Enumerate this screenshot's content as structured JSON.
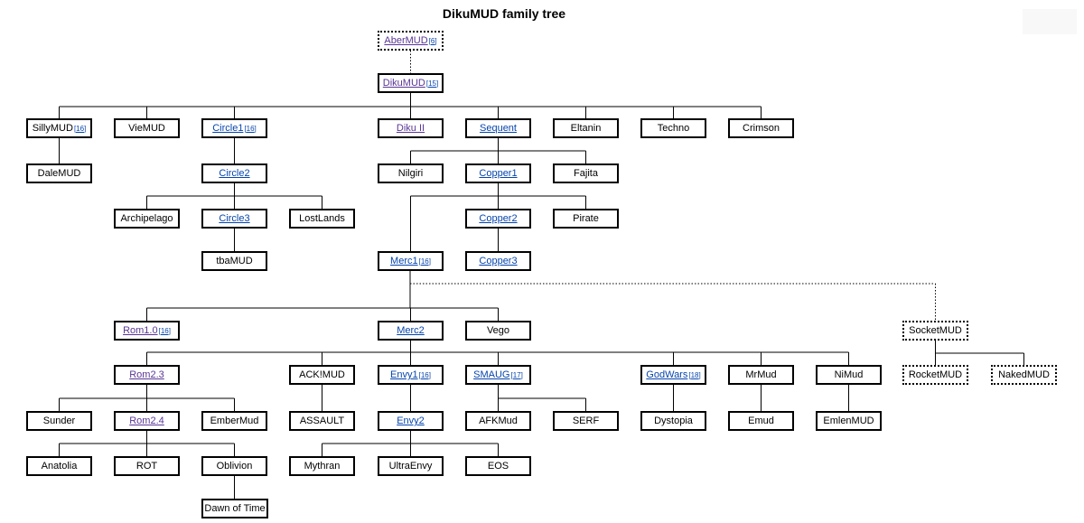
{
  "title": "DikuMUD family tree",
  "colors": {
    "link_blue": "#0645ad",
    "link_visited": "#5a3696",
    "line": "#000000"
  },
  "nodes": [
    {
      "id": "abermud",
      "label": "AberMUD",
      "ref": "[6]",
      "link": true,
      "color": "purple",
      "dotted": true
    },
    {
      "id": "dikumud",
      "label": "DikuMUD",
      "ref": "[15]",
      "link": true,
      "color": "purple"
    },
    {
      "id": "sillymud",
      "label": "SillyMUD",
      "ref": "[16]",
      "link": false
    },
    {
      "id": "viemud",
      "label": "VieMUD",
      "ref": "",
      "link": false
    },
    {
      "id": "circle1",
      "label": "Circle1",
      "ref": "[16]",
      "link": true,
      "color": "blue"
    },
    {
      "id": "diku2",
      "label": "Diku II",
      "ref": "",
      "link": true,
      "color": "purple"
    },
    {
      "id": "sequent",
      "label": "Sequent",
      "ref": "",
      "link": true,
      "color": "blue"
    },
    {
      "id": "eltanin",
      "label": "Eltanin",
      "ref": "",
      "link": false
    },
    {
      "id": "techno",
      "label": "Techno",
      "ref": "",
      "link": false
    },
    {
      "id": "crimson",
      "label": "Crimson",
      "ref": "",
      "link": false
    },
    {
      "id": "dalemud",
      "label": "DaleMUD",
      "ref": "",
      "link": false
    },
    {
      "id": "circle2",
      "label": "Circle2",
      "ref": "",
      "link": true,
      "color": "blue"
    },
    {
      "id": "nilgiri",
      "label": "Nilgiri",
      "ref": "",
      "link": false
    },
    {
      "id": "copper1",
      "label": "Copper1",
      "ref": "",
      "link": true,
      "color": "blue"
    },
    {
      "id": "fajita",
      "label": "Fajita",
      "ref": "",
      "link": false
    },
    {
      "id": "archipelago",
      "label": "Archipelago",
      "ref": "",
      "link": false
    },
    {
      "id": "circle3",
      "label": "Circle3",
      "ref": "",
      "link": true,
      "color": "blue"
    },
    {
      "id": "lostlands",
      "label": "LostLands",
      "ref": "",
      "link": false
    },
    {
      "id": "copper2",
      "label": "Copper2",
      "ref": "",
      "link": true,
      "color": "blue"
    },
    {
      "id": "pirate",
      "label": "Pirate",
      "ref": "",
      "link": false
    },
    {
      "id": "tbamud",
      "label": "tbaMUD",
      "ref": "",
      "link": false
    },
    {
      "id": "merc1",
      "label": "Merc1",
      "ref": "[16]",
      "link": true,
      "color": "blue"
    },
    {
      "id": "copper3",
      "label": "Copper3",
      "ref": "",
      "link": true,
      "color": "blue"
    },
    {
      "id": "rom10",
      "label": "Rom1.0",
      "ref": "[16]",
      "link": true,
      "color": "purple"
    },
    {
      "id": "merc2",
      "label": "Merc2",
      "ref": "",
      "link": true,
      "color": "blue"
    },
    {
      "id": "vego",
      "label": "Vego",
      "ref": "",
      "link": false
    },
    {
      "id": "socketmud",
      "label": "SocketMUD",
      "ref": "",
      "link": false,
      "dotted": true
    },
    {
      "id": "rom23",
      "label": "Rom2.3",
      "ref": "",
      "link": true,
      "color": "purple"
    },
    {
      "id": "ackmud",
      "label": "ACK!MUD",
      "ref": "",
      "link": false
    },
    {
      "id": "envy1",
      "label": "Envy1",
      "ref": "[16]",
      "link": true,
      "color": "blue"
    },
    {
      "id": "smaug",
      "label": "SMAUG",
      "ref": "[17]",
      "link": true,
      "color": "blue"
    },
    {
      "id": "godwars",
      "label": "GodWars",
      "ref": "[18]",
      "link": true,
      "color": "blue"
    },
    {
      "id": "mrmud",
      "label": "MrMud",
      "ref": "",
      "link": false
    },
    {
      "id": "nimud",
      "label": "NiMud",
      "ref": "",
      "link": false
    },
    {
      "id": "rocketmud",
      "label": "RocketMUD",
      "ref": "",
      "link": false,
      "dotted": true
    },
    {
      "id": "nakedmud",
      "label": "NakedMUD",
      "ref": "",
      "link": false,
      "dotted": true
    },
    {
      "id": "sunder",
      "label": "Sunder",
      "ref": "",
      "link": false
    },
    {
      "id": "rom24",
      "label": "Rom2.4",
      "ref": "",
      "link": true,
      "color": "purple"
    },
    {
      "id": "embermud",
      "label": "EmberMud",
      "ref": "",
      "link": false
    },
    {
      "id": "assault",
      "label": "ASSAULT",
      "ref": "",
      "link": false
    },
    {
      "id": "envy2",
      "label": "Envy2",
      "ref": "",
      "link": true,
      "color": "blue"
    },
    {
      "id": "afkmud",
      "label": "AFKMud",
      "ref": "",
      "link": false
    },
    {
      "id": "serf",
      "label": "SERF",
      "ref": "",
      "link": false
    },
    {
      "id": "dystopia",
      "label": "Dystopia",
      "ref": "",
      "link": false
    },
    {
      "id": "emud",
      "label": "Emud",
      "ref": "",
      "link": false
    },
    {
      "id": "emlenmud",
      "label": "EmlenMUD",
      "ref": "",
      "link": false
    },
    {
      "id": "anatolia",
      "label": "Anatolia",
      "ref": "",
      "link": false
    },
    {
      "id": "rot",
      "label": "ROT",
      "ref": "",
      "link": false
    },
    {
      "id": "oblivion",
      "label": "Oblivion",
      "ref": "",
      "link": false
    },
    {
      "id": "mythran",
      "label": "Mythran",
      "ref": "",
      "link": false
    },
    {
      "id": "ultraenvy",
      "label": "UltraEnvy",
      "ref": "",
      "link": false
    },
    {
      "id": "eos",
      "label": "EOS",
      "ref": "",
      "link": false
    },
    {
      "id": "dawnoftime",
      "label": "Dawn of Time",
      "ref": "",
      "link": false
    }
  ],
  "edges": [
    {
      "parent": "abermud",
      "children": [
        "dikumud"
      ],
      "dotted": true
    },
    {
      "parent": "dikumud",
      "children": [
        "sillymud",
        "viemud",
        "circle1",
        "diku2",
        "sequent",
        "eltanin",
        "techno",
        "crimson"
      ]
    },
    {
      "parent": "sillymud",
      "children": [
        "dalemud"
      ]
    },
    {
      "parent": "circle1",
      "children": [
        "circle2"
      ]
    },
    {
      "parent": "circle2",
      "children": [
        "archipelago",
        "circle3",
        "lostlands"
      ]
    },
    {
      "parent": "circle3",
      "children": [
        "tbamud"
      ]
    },
    {
      "parent": "sequent",
      "children": [
        "nilgiri",
        "copper1",
        "fajita"
      ]
    },
    {
      "parent": "copper1",
      "children": [
        "merc1",
        "copper2",
        "pirate"
      ]
    },
    {
      "parent": "copper2",
      "children": [
        "copper3"
      ]
    },
    {
      "parent": "merc1",
      "children": [
        "rom10",
        "merc2",
        "vego"
      ]
    },
    {
      "parent": "merc1",
      "children": [
        "socketmud"
      ],
      "dotted": true
    },
    {
      "parent": "merc2",
      "children": [
        "rom23",
        "ackmud",
        "envy1",
        "smaug",
        "godwars",
        "mrmud",
        "nimud"
      ]
    },
    {
      "parent": "socketmud",
      "children": [
        "rocketmud",
        "nakedmud"
      ]
    },
    {
      "parent": "rom23",
      "children": [
        "sunder",
        "rom24",
        "embermud"
      ]
    },
    {
      "parent": "rom24",
      "children": [
        "anatolia",
        "rot",
        "oblivion"
      ]
    },
    {
      "parent": "oblivion",
      "children": [
        "dawnoftime"
      ]
    },
    {
      "parent": "ackmud",
      "children": [
        "assault"
      ]
    },
    {
      "parent": "envy1",
      "children": [
        "envy2"
      ]
    },
    {
      "parent": "envy2",
      "children": [
        "mythran",
        "ultraenvy",
        "eos"
      ]
    },
    {
      "parent": "smaug",
      "children": [
        "afkmud",
        "serf"
      ]
    },
    {
      "parent": "godwars",
      "children": [
        "dystopia"
      ]
    },
    {
      "parent": "mrmud",
      "children": [
        "emud"
      ]
    },
    {
      "parent": "nimud",
      "children": [
        "emlenmud"
      ]
    }
  ]
}
